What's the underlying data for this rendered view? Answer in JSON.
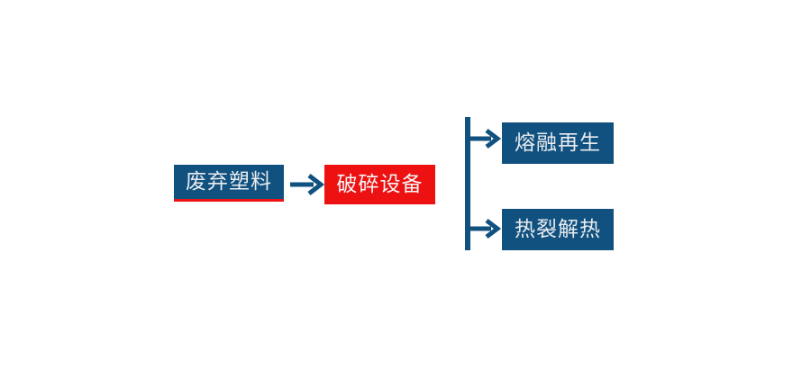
{
  "diagram": {
    "type": "flowchart",
    "orientation": "left-to-right",
    "background_color": "#FFFFFF",
    "palette": {
      "primary_blue": "#11517F",
      "accent_red": "#EE1111",
      "node_text": "#E9ECEF",
      "connector": "#11517F"
    },
    "nodes": [
      {
        "id": "waste-plastic",
        "label": "废弃塑料",
        "fill": "#11517F",
        "text_color": "#E9ECEF",
        "accent_rule": "#EE1111",
        "accent_rule_position": "bottom"
      },
      {
        "id": "crusher",
        "label": "破碎设备",
        "fill": "#EE1111",
        "text_color": "#F4F6F7",
        "accent_rule": null,
        "accent_rule_position": null
      },
      {
        "id": "melt-regeneration",
        "label": "熔融再生",
        "fill": "#11517F",
        "text_color": "#E9ECEF",
        "accent_rule": null,
        "accent_rule_position": null
      },
      {
        "id": "pyrolysis",
        "label": "热裂解热",
        "fill": "#11517F",
        "text_color": "#E9ECEF",
        "accent_rule": null,
        "accent_rule_position": null
      }
    ],
    "connectors": [
      {
        "id": "main-arrow",
        "kind": "straight-arrow",
        "icon": "arrow-right-icon",
        "from": "waste-plastic",
        "to": "crusher",
        "color": "#11517F"
      },
      {
        "id": "branch",
        "kind": "split-bracket",
        "icon": "branch-split-icon",
        "from": "crusher",
        "to": [
          "melt-regeneration",
          "pyrolysis"
        ],
        "color": "#11517F",
        "branch_count": 2
      }
    ]
  }
}
